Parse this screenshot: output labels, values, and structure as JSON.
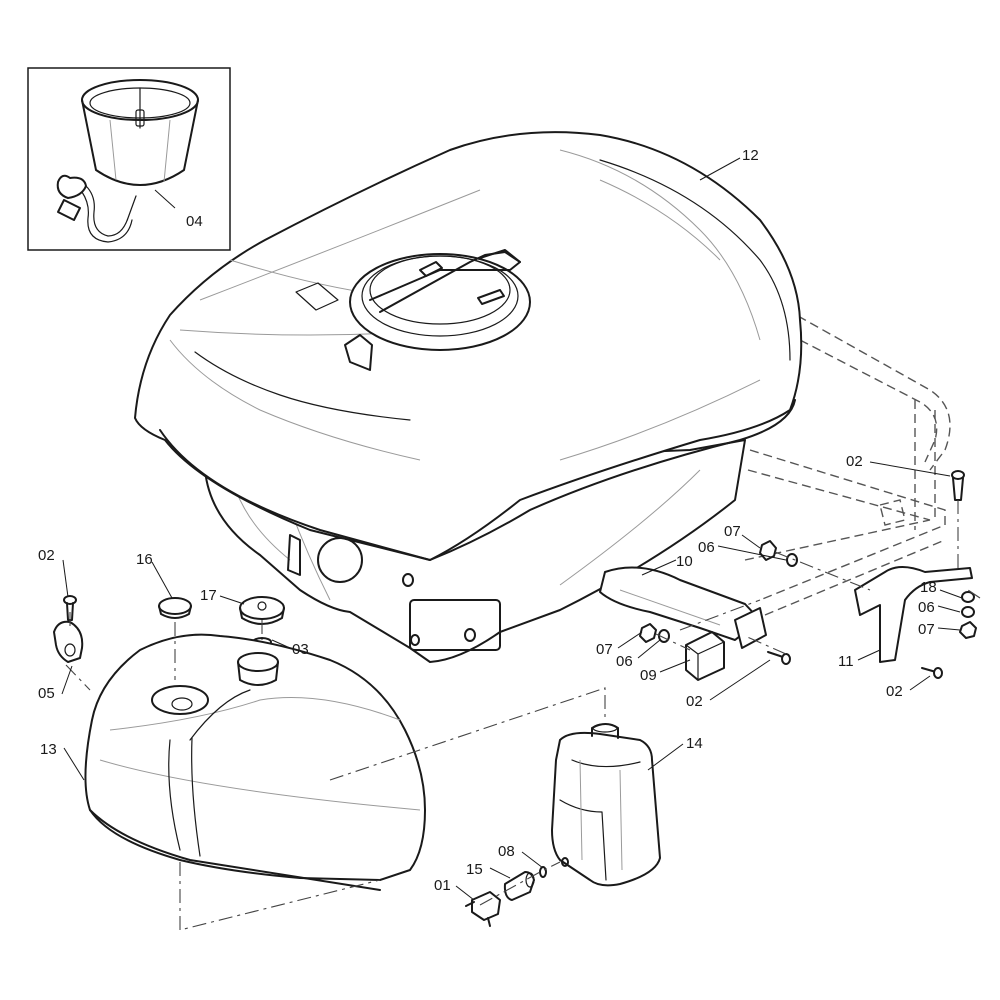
{
  "callouts": {
    "c01": "01",
    "c02a": "02",
    "c02b": "02",
    "c02c": "02",
    "c02d": "02",
    "c03": "03",
    "c04": "04",
    "c05": "05",
    "c06a": "06",
    "c06b": "06",
    "c06c": "06",
    "c07a": "07",
    "c07b": "07",
    "c07c": "07",
    "c08": "08",
    "c09": "09",
    "c10": "10",
    "c11": "11",
    "c12": "12",
    "c13": "13",
    "c14": "14",
    "c15": "15",
    "c16": "16",
    "c17": "17",
    "c18": "18"
  }
}
